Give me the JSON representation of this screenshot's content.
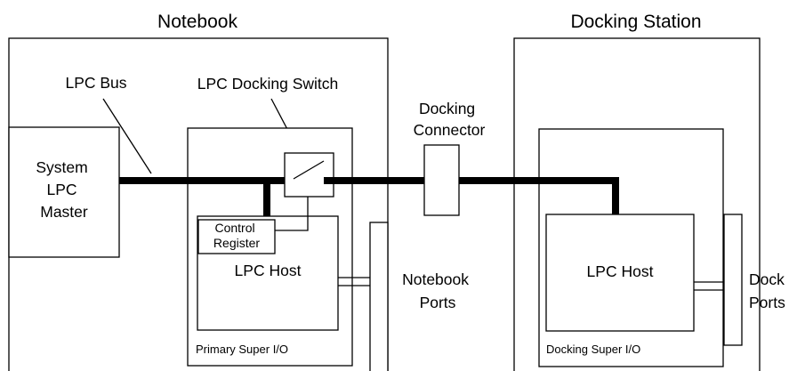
{
  "notebook": {
    "title": "Notebook",
    "lpc_bus_label": "LPC Bus",
    "docking_switch_label": "LPC Docking Switch",
    "master_lines": [
      "System",
      "LPC",
      "Master"
    ],
    "control_register_lines": [
      "Control",
      "Register"
    ],
    "host_label": "LPC Host",
    "super_io_label": "Primary Super I/O",
    "ports_lines": [
      "Notebook",
      "Ports"
    ]
  },
  "connector": {
    "label_lines": [
      "Docking",
      "Connector"
    ]
  },
  "docking_station": {
    "title": "Docking Station",
    "host_label": "LPC Host",
    "super_io_label": "Docking Super I/O",
    "ports_lines": [
      "Dock",
      "Ports"
    ]
  }
}
